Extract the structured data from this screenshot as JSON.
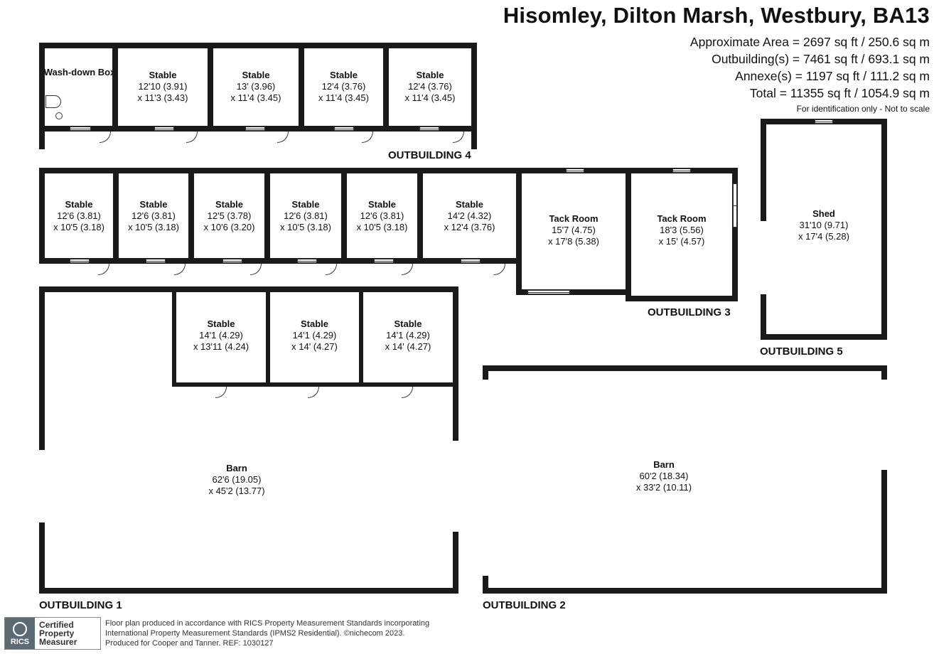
{
  "header": {
    "title": "Hisomley, Dilton Marsh, Westbury, BA13",
    "areas": [
      "Approximate Area = 2697 sq ft / 250.6 sq m",
      "Outbuilding(s) = 7461 sq ft / 693.1 sq m",
      "Annexe(s) = 1197 sq ft / 111.2 sq m",
      "Total = 11355 sq ft / 1054.9 sq m"
    ],
    "identification": "For identification only - Not to scale"
  },
  "outbuildings": {
    "ob1": "OUTBUILDING 1",
    "ob2": "OUTBUILDING 2",
    "ob3": "OUTBUILDING 3",
    "ob4": "OUTBUILDING 4",
    "ob5": "OUTBUILDING 5"
  },
  "rooms": {
    "washdown": {
      "name": "Wash-down Box"
    },
    "ob4_s1": {
      "name": "Stable",
      "d1": "12'10 (3.91)",
      "d2": "x 11'3 (3.43)"
    },
    "ob4_s2": {
      "name": "Stable",
      "d1": "13' (3.96)",
      "d2": "x 11'4 (3.45)"
    },
    "ob4_s3": {
      "name": "Stable",
      "d1": "12'4 (3.76)",
      "d2": "x 11'4 (3.45)"
    },
    "ob4_s4": {
      "name": "Stable",
      "d1": "12'4 (3.76)",
      "d2": "x 11'4 (3.45)"
    },
    "ob3_s1": {
      "name": "Stable",
      "d1": "12'6 (3.81)",
      "d2": "x 10'5 (3.18)"
    },
    "ob3_s2": {
      "name": "Stable",
      "d1": "12'6 (3.81)",
      "d2": "x 10'5 (3.18)"
    },
    "ob3_s3": {
      "name": "Stable",
      "d1": "12'5 (3.78)",
      "d2": "x 10'6 (3.20)"
    },
    "ob3_s4": {
      "name": "Stable",
      "d1": "12'6 (3.81)",
      "d2": "x 10'5 (3.18)"
    },
    "ob3_s5": {
      "name": "Stable",
      "d1": "12'6 (3.81)",
      "d2": "x 10'5 (3.18)"
    },
    "ob3_s6": {
      "name": "Stable",
      "d1": "14'2 (4.32)",
      "d2": "x 12'4 (3.76)"
    },
    "tack1": {
      "name": "Tack Room",
      "d1": "15'7 (4.75)",
      "d2": "x 17'8 (5.38)"
    },
    "tack2": {
      "name": "Tack Room",
      "d1": "18'3 (5.56)",
      "d2": "x 15' (4.57)"
    },
    "shed": {
      "name": "Shed",
      "d1": "31'10 (9.71)",
      "d2": "x 17'4 (5.28)"
    },
    "ob1_s1": {
      "name": "Stable",
      "d1": "14'1 (4.29)",
      "d2": "x 13'11 (4.24)"
    },
    "ob1_s2": {
      "name": "Stable",
      "d1": "14'1 (4.29)",
      "d2": "x 14' (4.27)"
    },
    "ob1_s3": {
      "name": "Stable",
      "d1": "14'1 (4.29)",
      "d2": "x 14' (4.27)"
    },
    "barn1": {
      "name": "Barn",
      "d1": "62'6 (19.05)",
      "d2": "x 45'2 (13.77)"
    },
    "barn2": {
      "name": "Barn",
      "d1": "60'2 (18.34)",
      "d2": "x 33'2 (10.11)"
    }
  },
  "footer": {
    "badge_lines": [
      "Certified",
      "Property",
      "Measurer"
    ],
    "badge_logo": "RICS",
    "lines": [
      "Floor plan produced in accordance with RICS Property Measurement Standards incorporating",
      "International Property Measurement Standards (IPMS2 Residential).  ©nichecom 2023.",
      "Produced for Cooper and Tanner.   REF: 1030127"
    ]
  }
}
